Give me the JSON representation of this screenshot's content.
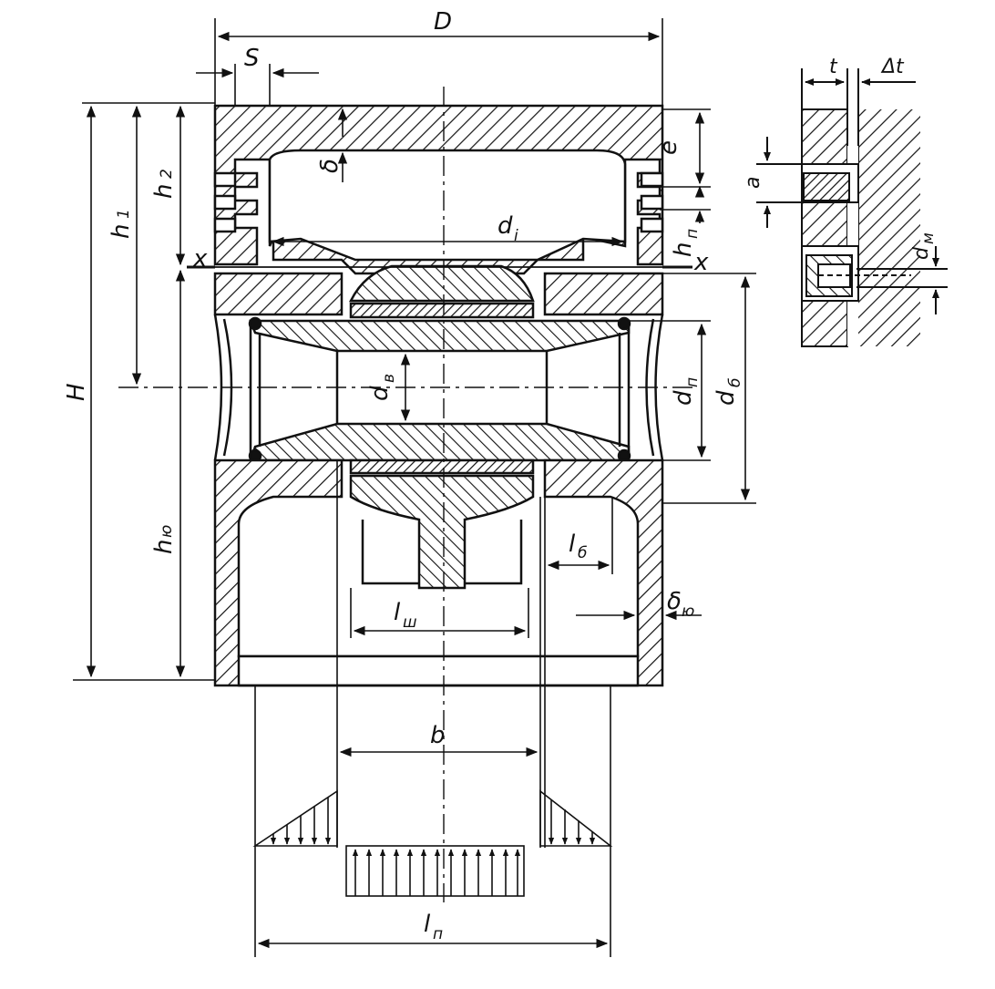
{
  "figure": {
    "labels": {
      "D": "D",
      "S": "S",
      "delta": "δ",
      "e": "e",
      "h1": "h",
      "h1_sub": "1",
      "h2": "h",
      "h2_sub": "2",
      "di": "d",
      "di_sub": "i",
      "hp": "h",
      "hp_sub": "п",
      "x_left": "x",
      "x_right": "x",
      "H": "H",
      "dv": "d",
      "dv_sub": "в",
      "dp": "d",
      "dp_sub": "п",
      "db": "d",
      "db_sub": "б",
      "hu": "h",
      "hu_sub": "ю",
      "lb": "l",
      "lb_sub": "б",
      "delta_u": "δ",
      "delta_u_sub": "ю",
      "lsh": "l",
      "lsh_sub": "ш",
      "b": "b",
      "lp": "l",
      "lp_sub": "п",
      "t": "t",
      "delta_t": "Δt",
      "a": "a",
      "dm": "d",
      "dm_sub": "м"
    },
    "colors": {
      "ink": "#111111",
      "paper": "#ffffff"
    }
  }
}
